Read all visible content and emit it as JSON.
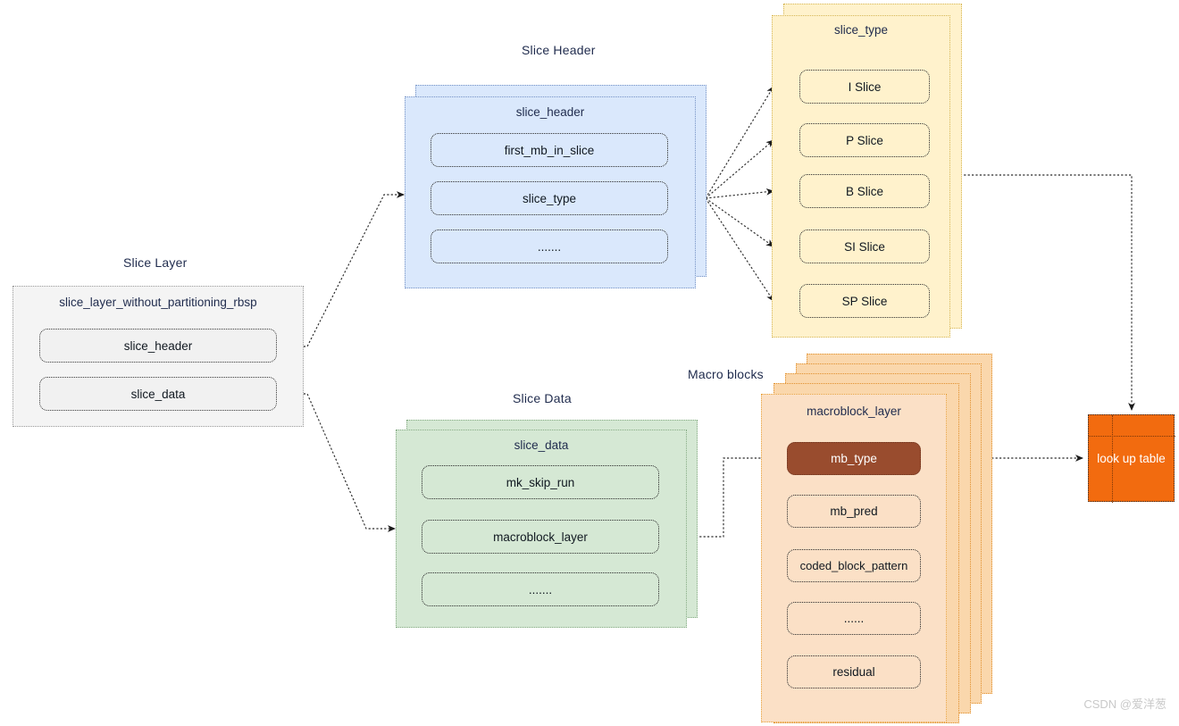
{
  "watermark": "CSDN @爱洋葱",
  "sections": {
    "slice_layer_title": "Slice Layer",
    "slice_header_title": "Slice Header",
    "slice_data_title": "Slice Data",
    "macro_blocks_title": "Macro blocks"
  },
  "slice_layer": {
    "panel_title": "slice_layer_without_partitioning_rbsp",
    "items": [
      {
        "label": "slice_header"
      },
      {
        "label": "slice_data"
      }
    ]
  },
  "slice_header": {
    "panel_title": "slice_header",
    "items": [
      {
        "label": "first_mb_in_slice"
      },
      {
        "label": "slice_type"
      },
      {
        "label": "......."
      }
    ]
  },
  "slice_data": {
    "panel_title": "slice_data",
    "items": [
      {
        "label": "mk_skip_run"
      },
      {
        "label": "macroblock_layer"
      },
      {
        "label": "......."
      }
    ]
  },
  "slice_type": {
    "panel_title": "slice_type",
    "items": [
      {
        "label": "I Slice"
      },
      {
        "label": "P Slice"
      },
      {
        "label": "B Slice"
      },
      {
        "label": "SI Slice"
      },
      {
        "label": "SP Slice"
      }
    ]
  },
  "macroblock": {
    "panel_title": "macroblock_layer",
    "items": [
      {
        "label": "mb_type",
        "highlight": true
      },
      {
        "label": "mb_pred",
        "highlight": false
      },
      {
        "label": "coded_block_pattern",
        "highlight": false
      },
      {
        "label": "......",
        "highlight": false
      },
      {
        "label": "residual",
        "highlight": false
      }
    ]
  },
  "lookup_table": {
    "label": "look up table"
  },
  "colors": {
    "blue_fill": "#dae8fc",
    "blue_stroke": "#7491c4",
    "green_fill": "#d5e8d4",
    "green_stroke": "#86ab84",
    "yellow_fill": "#fff2cc",
    "yellow_stroke": "#d6b656",
    "peach_fill": "#fad7ac",
    "peach_front_fill": "#fbe0c6",
    "peach_stroke": "#e08f2c",
    "brown_fill": "#994c2e",
    "orange_fill": "#f26b0f",
    "grey_fill": "#f4f4f4",
    "edge_stroke": "#2b2b2b"
  }
}
